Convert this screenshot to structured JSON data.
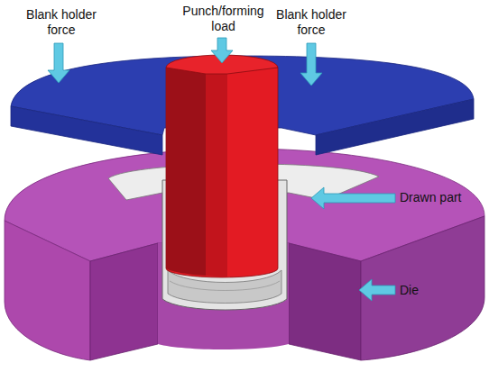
{
  "diagram": {
    "labels": [
      "Blank holder force",
      "Punch/forming load",
      "Blank holder force",
      "Drawn part",
      "Die"
    ]
  }
}
